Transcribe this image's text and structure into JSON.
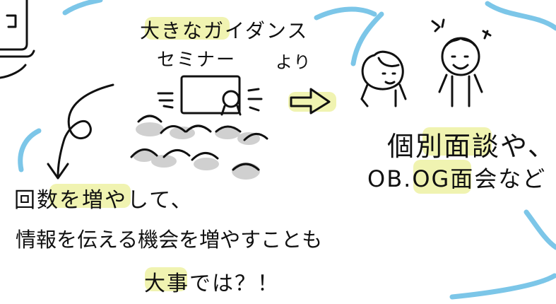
{
  "text": {
    "seminar_line1": "大きなガイダンス",
    "seminar_line2": "セミナー",
    "yori": "より",
    "interview_line1": "個別面談や、",
    "interview_line2": "OB.OG面会など",
    "left_line1": "回数を増やして、",
    "left_line2": "情報を伝える機会を増やすことも",
    "left_line3": "大事では？！"
  },
  "colors": {
    "highlight": "#eef2a8",
    "cloud_blue": "#7cc6e8",
    "ink": "#111111",
    "shadow_gray": "#c8c8c8"
  }
}
